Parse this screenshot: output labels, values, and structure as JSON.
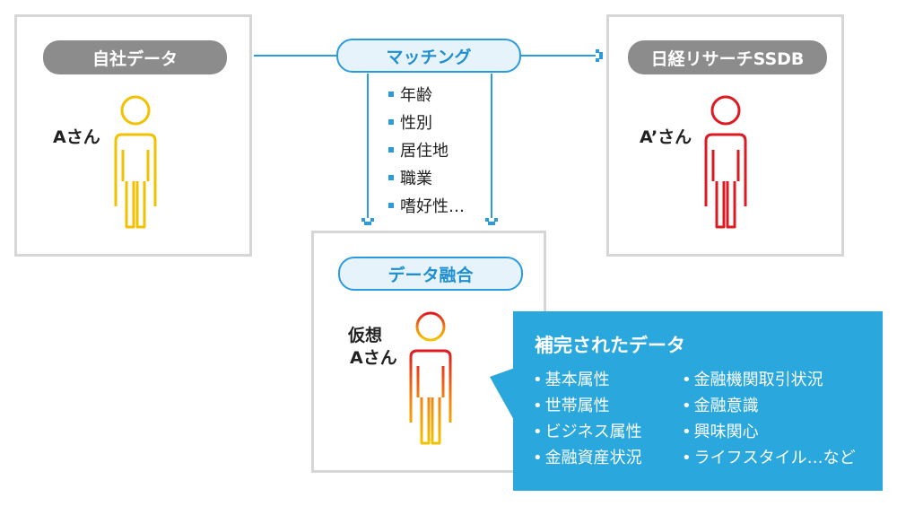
{
  "left_box": {
    "title": "自社データ",
    "person_label": "Aさん",
    "person_color": "#f2c200"
  },
  "right_box": {
    "title": "日経リサーチSSDB",
    "person_label": "A’さん",
    "person_color": "#dd1a22"
  },
  "matching": {
    "label": "マッチング",
    "attributes": [
      "年齢",
      "性別",
      "居住地",
      "職業",
      "嗜好性…"
    ]
  },
  "fusion_box": {
    "title": "データ融合",
    "person_label_line1": "仮想",
    "person_label_line2": "Aさん",
    "person_gradient": [
      "#f2c200",
      "#dd1a22"
    ]
  },
  "callout": {
    "title": "補完されたデータ",
    "col1": [
      "基本属性",
      "世帯属性",
      "ビジネス属性",
      "金融資産状況"
    ],
    "col2": [
      "金融機関取引状況",
      "金融意識",
      "興味関心",
      "ライフスタイル…など"
    ],
    "color": "#2aa7dc"
  },
  "accent_color": "#2b9be0"
}
